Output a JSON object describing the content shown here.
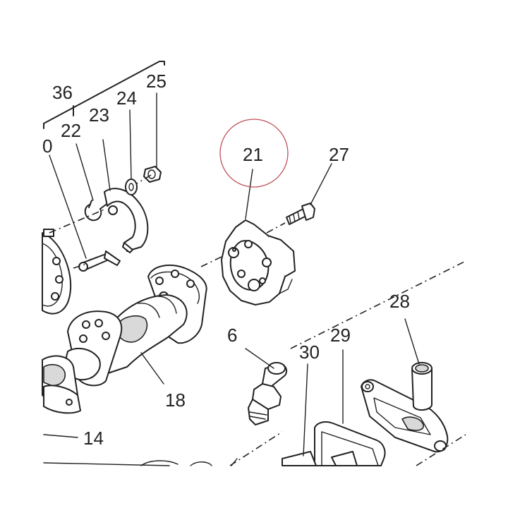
{
  "diagram": {
    "labels": {
      "l36": "36",
      "l25": "25",
      "l24": "24",
      "l23": "23",
      "l22": "22",
      "l20": "0",
      "l21": "21",
      "l27": "27",
      "l28": "28",
      "l29": "29",
      "l30": "30",
      "l6": "6",
      "l18": "18",
      "l14": "14"
    },
    "colors": {
      "line": "#222222",
      "highlight_circle": "#c0505a",
      "shading": "#d9d9d9"
    }
  }
}
